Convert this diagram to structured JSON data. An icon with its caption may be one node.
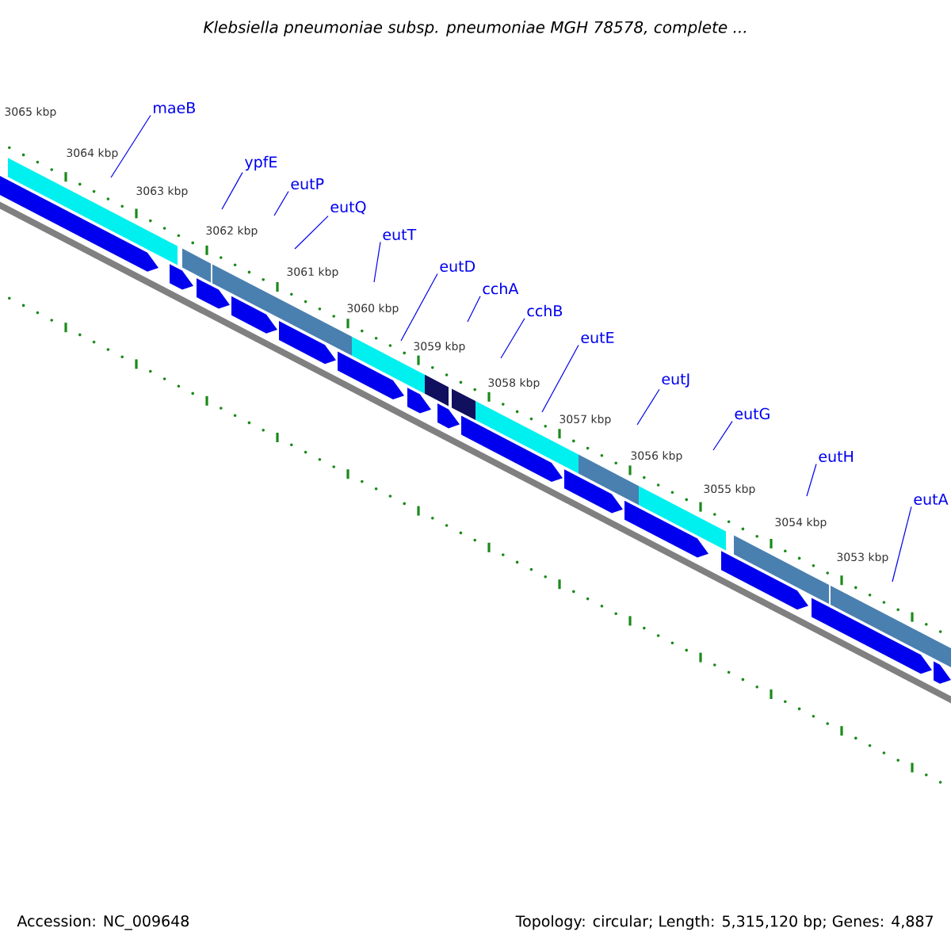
{
  "diagram": {
    "title": "Klebsiella pneumoniae subsp. pneumoniae MGH 78578, complete ...",
    "nodes": [
      {
        "text": [
          "maeB"
        ]
      },
      {
        "text": [
          "ypfE"
        ]
      },
      {
        "text": [
          "eutP"
        ]
      },
      {
        "text": [
          "eutQ"
        ]
      },
      {
        "text": [
          "eutT"
        ]
      },
      {
        "text": [
          "eutD"
        ]
      },
      {
        "text": [
          "cchA"
        ]
      },
      {
        "text": [
          "cchB"
        ]
      },
      {
        "text": [
          "eutE"
        ]
      },
      {
        "text": [
          "eutJ"
        ]
      },
      {
        "text": [
          "eutG"
        ]
      },
      {
        "text": [
          "eutH"
        ]
      },
      {
        "text": [
          "eutA"
        ]
      }
    ],
    "edges": [
      {
        "from": 0,
        "to": null,
        "arrow": "none"
      },
      {
        "from": 1,
        "to": null,
        "arrow": "none"
      },
      {
        "from": 2,
        "to": null,
        "arrow": "none"
      },
      {
        "from": 3,
        "to": null,
        "arrow": "none"
      },
      {
        "from": 4,
        "to": null,
        "arrow": "none"
      },
      {
        "from": 5,
        "to": null,
        "arrow": "none"
      },
      {
        "from": 6,
        "to": null,
        "arrow": "none"
      },
      {
        "from": 7,
        "to": null,
        "arrow": "none"
      },
      {
        "from": 8,
        "to": null,
        "arrow": "none"
      },
      {
        "from": 9,
        "to": null,
        "arrow": "none"
      },
      {
        "from": 10,
        "to": null,
        "arrow": "none"
      },
      {
        "from": 11,
        "to": null,
        "arrow": "none"
      },
      {
        "from": 12,
        "to": null,
        "arrow": "none"
      }
    ],
    "labels": [
      "3065 kbp",
      "3064 kbp",
      "3063 kbp",
      "3062 kbp",
      "3061 kbp",
      "3060 kbp",
      "3059 kbp",
      "3058 kbp",
      "3057 kbp",
      "3056 kbp",
      "3055 kbp",
      "3054 kbp",
      "3053 kbp",
      "Accession: NC_009648",
      "Topology: circular; Length: 5,315,120 bp; Genes: 4,887"
    ]
  }
}
